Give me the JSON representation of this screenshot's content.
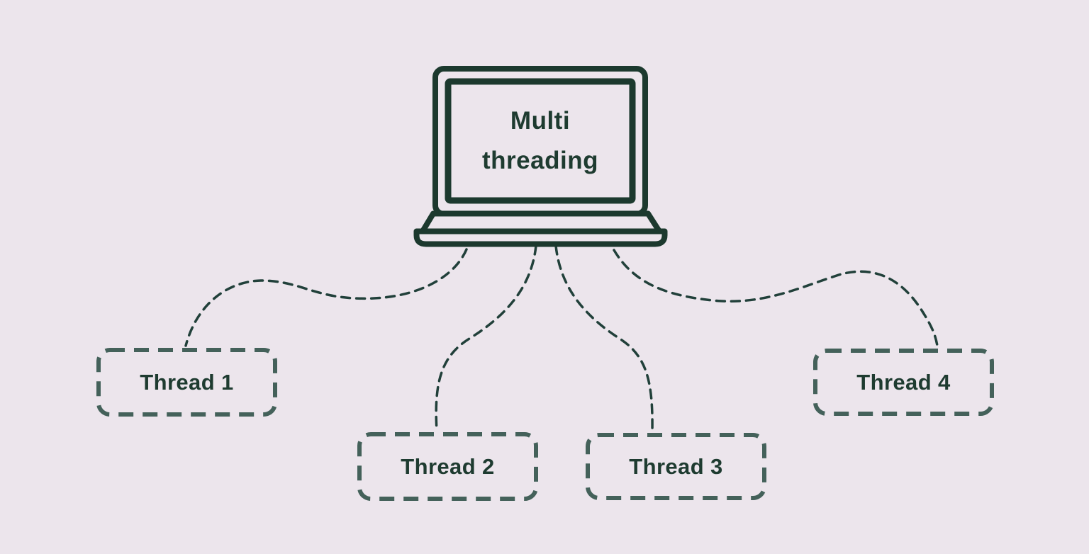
{
  "diagram": {
    "title": "Multi threading",
    "title_lines": [
      "Multi",
      "threading"
    ],
    "device": "laptop",
    "threads": [
      {
        "label": "Thread 1"
      },
      {
        "label": "Thread 2"
      },
      {
        "label": "Thread 3"
      },
      {
        "label": "Thread 4"
      }
    ],
    "colors": {
      "background": "#ece5ec",
      "laptop_outline": "#1c392e",
      "connector_line": "#21403a",
      "thread_box_border": "#44615a",
      "text": "#1e3b30"
    },
    "connector_style": "dashed",
    "thread_box_style": "dashed-rounded"
  }
}
